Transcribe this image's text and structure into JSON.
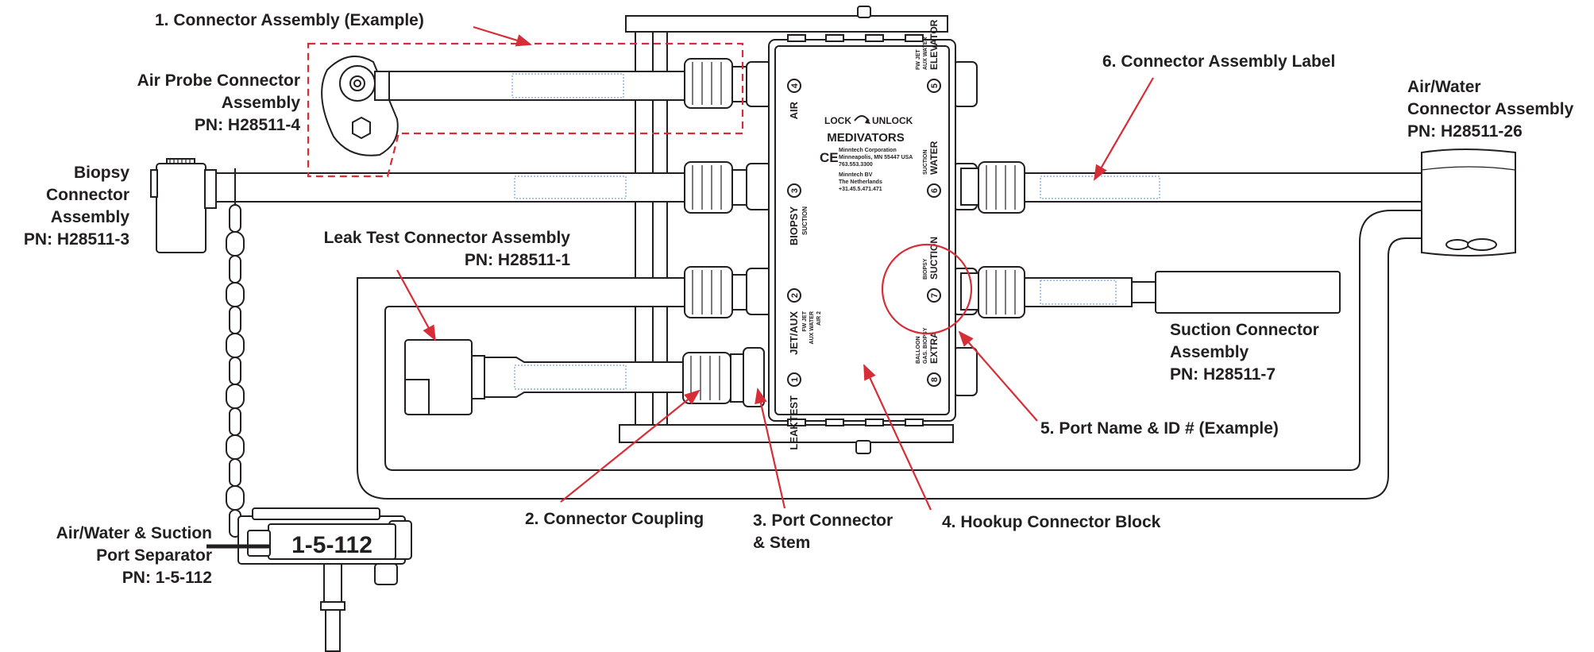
{
  "callouts": {
    "c1": "1. Connector Assembly (Example)",
    "c2": "2. Connector Coupling",
    "c3_line1": "3. Port Connector",
    "c3_line2": "& Stem",
    "c4": "4. Hookup Connector Block",
    "c5": "5. Port Name & ID # (Example)",
    "c6": "6. Connector Assembly Label"
  },
  "assemblies": {
    "air_probe": {
      "line1": "Air Probe Connector",
      "line2": "Assembly",
      "pn": "PN: H28511-4"
    },
    "biopsy": {
      "line1": "Biopsy",
      "line2": "Connector",
      "line3": "Assembly",
      "pn": "PN: H28511-3"
    },
    "leak_test": {
      "line1": "Leak Test Connector Assembly",
      "pn": "PN: H28511-1"
    },
    "air_water": {
      "line1": "Air/Water",
      "line2": "Connector Assembly",
      "pn": "PN: H28511-26"
    },
    "suction": {
      "line1": "Suction Connector",
      "line2": "Assembly",
      "pn": "PN: H28511-7"
    },
    "separator": {
      "line1": "Air/Water & Suction",
      "line2": "Port Separator",
      "pn": "PN: 1-5-112",
      "tag": "1-5-112"
    }
  },
  "block": {
    "lock": "LOCK",
    "unlock": "UNLOCK",
    "brand": "MEDIVATORS",
    "ce": "CE",
    "company": [
      "Minntech Corporation",
      "Minneapolis, MN 55447 USA",
      "763.553.3300",
      "Minntech BV",
      "The Netherlands",
      "+31.45.5.471.471"
    ],
    "ports": [
      {
        "id": "4",
        "name": "AIR",
        "sub": ""
      },
      {
        "id": "3",
        "name": "BIOPSY",
        "sub": "SUCTION"
      },
      {
        "id": "2",
        "name": "JET/AUX",
        "sub": "FW JET",
        "sub2": "AUX WATER",
        "sub3": "AIR 2"
      },
      {
        "id": "1",
        "name": "LEAKTEST",
        "sub": ""
      },
      {
        "id": "5",
        "name": "ELEVATOR",
        "sub": "AUX WATER",
        "sub2": "FW JET"
      },
      {
        "id": "6",
        "name": "WATER",
        "sub": "SUCTION"
      },
      {
        "id": "7",
        "name": "SUCTION",
        "sub": "BIOPSY"
      },
      {
        "id": "8",
        "name": "EXTRA",
        "sub": "GAS. BIOPSY",
        "sub2": "BALLOON"
      }
    ]
  }
}
